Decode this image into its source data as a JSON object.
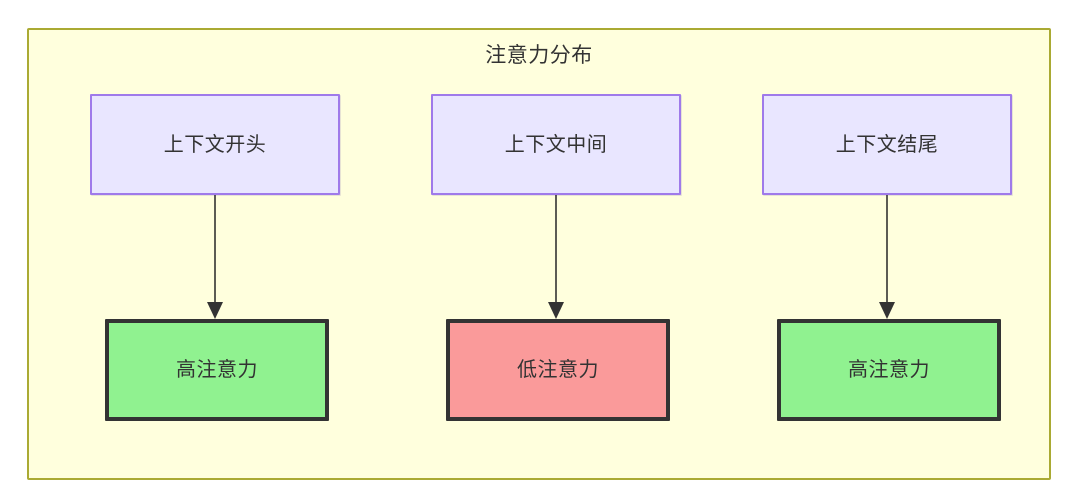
{
  "diagram": {
    "title": "注意力分布",
    "container_fill": "#ffffdd",
    "container_stroke": "#aaaa33",
    "columns": [
      {
        "source": {
          "label": "上下文开头",
          "fill": "#e9e6ff",
          "stroke": "#9f7aea"
        },
        "outcome": {
          "label": "高注意力",
          "fill": "#90f290",
          "stroke": "#333333"
        },
        "edge": {
          "style": "arrow-down",
          "stroke": "#333333"
        }
      },
      {
        "source": {
          "label": "上下文中间",
          "fill": "#e9e6ff",
          "stroke": "#9f7aea"
        },
        "outcome": {
          "label": "低注意力",
          "fill": "#fa9a9a",
          "stroke": "#333333"
        },
        "edge": {
          "style": "arrow-down",
          "stroke": "#333333"
        }
      },
      {
        "source": {
          "label": "上下文结尾",
          "fill": "#e9e6ff",
          "stroke": "#9f7aea"
        },
        "outcome": {
          "label": "高注意力",
          "fill": "#90f290",
          "stroke": "#333333"
        },
        "edge": {
          "style": "arrow-down",
          "stroke": "#333333"
        }
      }
    ]
  }
}
